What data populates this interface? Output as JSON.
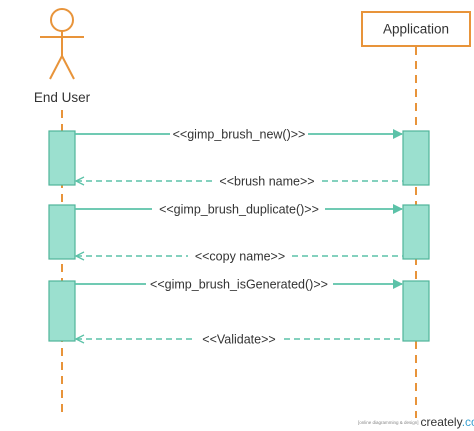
{
  "participants": {
    "actor": {
      "name": "End User"
    },
    "object": {
      "name": "Application"
    }
  },
  "messages": [
    {
      "label": "<<gimp_brush_new()>>",
      "kind": "call"
    },
    {
      "label": "<<brush name>>",
      "kind": "return"
    },
    {
      "label": "<<gimp_brush_duplicate()>>",
      "kind": "call"
    },
    {
      "label": "<<copy name>>",
      "kind": "return"
    },
    {
      "label": "<<gimp_brush_isGenerated()>>",
      "kind": "call"
    },
    {
      "label": "<<Validate>>",
      "kind": "return"
    }
  ],
  "watermark": {
    "caption": "[online diagramming & design]",
    "brand_main": "creately",
    "brand_accent": ".com"
  },
  "colors": {
    "lifeline": "#e8943a",
    "activation_fill": "#9be0cf",
    "activation_stroke": "#4fb49a",
    "message": "#5cc2a8",
    "text": "#333333"
  }
}
